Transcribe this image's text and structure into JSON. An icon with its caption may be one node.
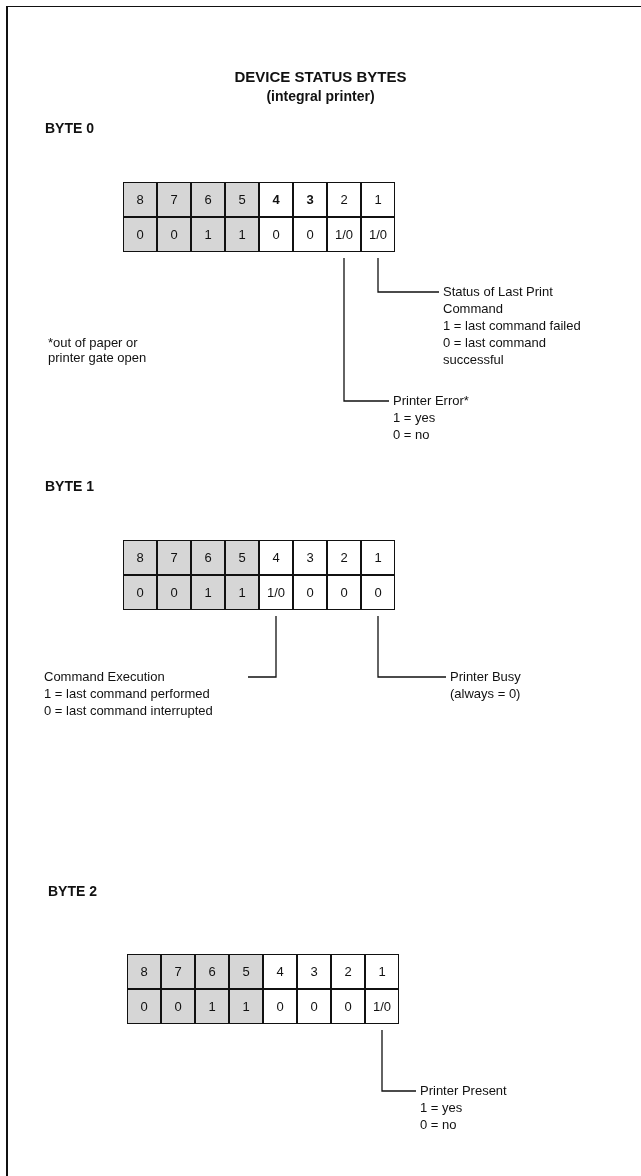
{
  "diagram": {
    "title": "DEVICE STATUS BYTES",
    "nodes": [
      {
        "text": [],
        "shape": "box"
      },
      {
        "text": [],
        "shape": "box"
      },
      {
        "text": [
          "Status of Last Print Command",
          "1 = last command failed",
          "0 = last command successful"
        ]
      },
      {
        "text": [
          "Printer Error*",
          "1 = yes",
          "0 = no"
        ]
      },
      {
        "text": [],
        "shape": "box"
      },
      {
        "text": [],
        "shape": "box"
      },
      {
        "text": [
          "Command Execution",
          "1 = last command performed",
          "0 = last command interrupted"
        ]
      },
      {
        "text": [
          "Printer Busy",
          "(always = 0)"
        ]
      },
      {
        "text": [],
        "shape": "box"
      },
      {
        "text": [
          "Printer Present",
          "1 = yes",
          "0 = no"
        ]
      }
    ],
    "edges": [
      {
        "from": 2,
        "to": 1,
        "arrow": "none"
      },
      {
        "from": 3,
        "to": 0,
        "arrow": "none"
      },
      {
        "from": 6,
        "to": 4,
        "arrow": "none"
      },
      {
        "from": 7,
        "to": 5,
        "arrow": "none"
      },
      {
        "from": 9,
        "to": 8,
        "arrow": "none"
      }
    ],
    "labels": [
      "(integral printer)",
      "BYTE 0",
      "8",
      "7",
      "6",
      "5",
      "4",
      "3",
      "2",
      "1",
      "0",
      "0",
      "1",
      "1",
      "0",
      "0",
      "1/0",
      "1/0",
      "*out of paper or printer gate open",
      "BYTE 1",
      "8",
      "7",
      "6",
      "5",
      "4",
      "3",
      "2",
      "1",
      "0",
      "0",
      "1",
      "1",
      "1/0",
      "0",
      "0",
      "0",
      "BYTE 2",
      "8",
      "7",
      "6",
      "5",
      "4",
      "3",
      "2",
      "1",
      "0",
      "0",
      "1",
      "1",
      "0",
      "0",
      "0",
      "1/0"
    ]
  }
}
